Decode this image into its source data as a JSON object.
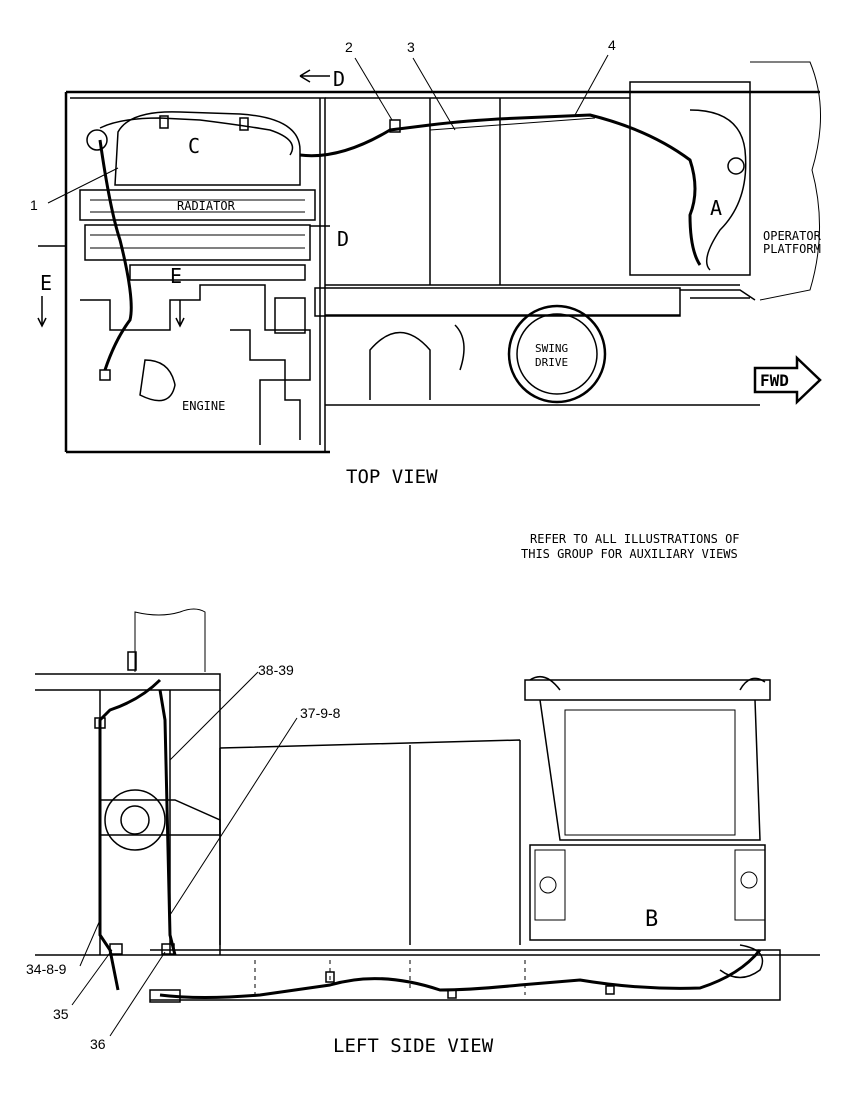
{
  "top_view": {
    "title": "TOP VIEW",
    "callouts": [
      "1",
      "2",
      "3",
      "4"
    ],
    "labels": {
      "c": "C",
      "a": "A",
      "radiator": "RADIATOR",
      "engine": "ENGINE",
      "swing_drive_line1": "SWING",
      "swing_drive_line2": "DRIVE",
      "operator_line1": "OPERATOR",
      "operator_line2": "PLATFORM",
      "fwd": "FWD",
      "section_d": "D",
      "section_e": "E"
    }
  },
  "note": {
    "line1": "REFER TO ALL ILLUSTRATIONS OF",
    "line2": "THIS GROUP FOR AUXILIARY VIEWS"
  },
  "side_view": {
    "title": "LEFT SIDE VIEW",
    "callouts": [
      "38-39",
      "37-9-8",
      "34-8-9",
      "35",
      "36"
    ],
    "labels": {
      "b": "B"
    }
  }
}
